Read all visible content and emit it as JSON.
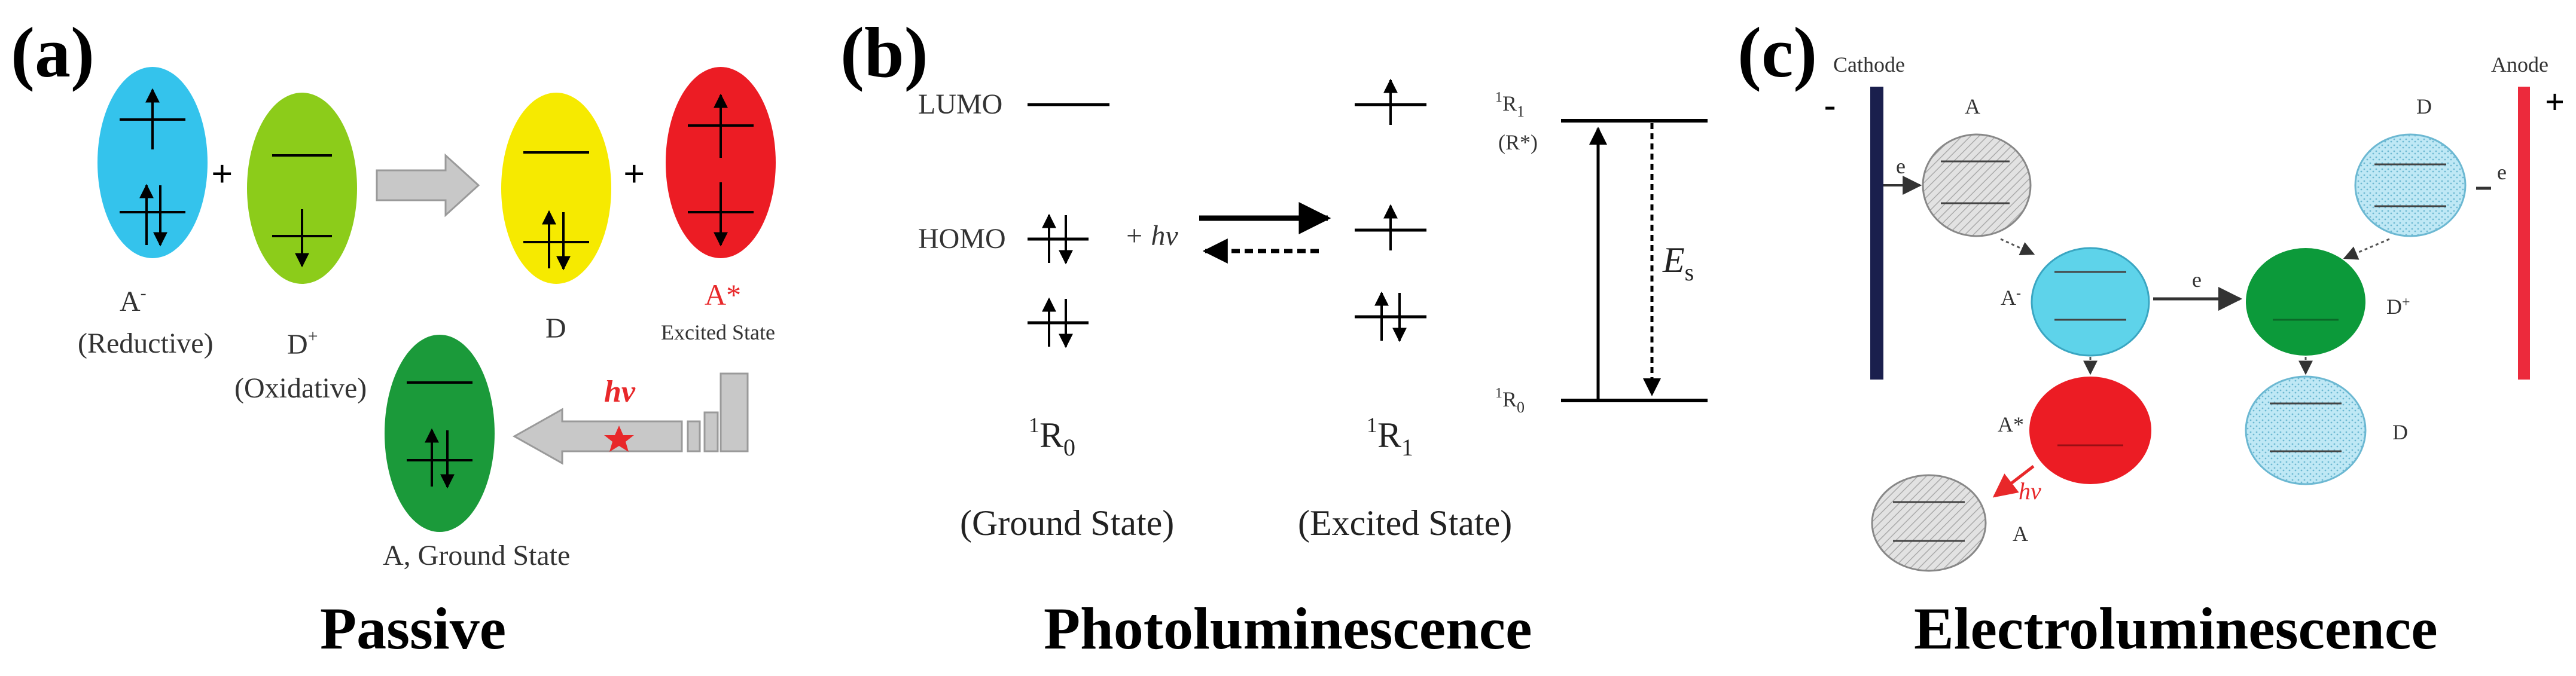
{
  "panel_a": {
    "letter": "(a)",
    "caption": "Passive",
    "label_A_minus": "A",
    "sup_minus": "-",
    "label_reductive": "(Reductive)",
    "label_D_plus": "D",
    "sup_plus": "+",
    "label_oxidative": "(Oxidative)",
    "label_D": "D",
    "label_A_star": "A*",
    "label_excited_state": "Excited State",
    "label_ground_state": "A, Ground State",
    "hv": "hν",
    "plus_sign": "+",
    "colors": {
      "cyan": "#34c3ec",
      "lime": "#8ccc1a",
      "yellow": "#f6ea00",
      "red": "#ec1c24",
      "green": "#1b9a3a",
      "gray_arrow": "#bfbfbf"
    }
  },
  "panel_b": {
    "letter": "(b)",
    "caption": "Photoluminescence",
    "label_lumo": "LUMO",
    "label_homo": "HOMO",
    "label_hv": "+ hν",
    "label_r0": "R",
    "label_r0_sup": "1",
    "label_r0_sub": "0",
    "label_r1": "R",
    "label_r1_sup": "1",
    "label_r1_sub": "1",
    "label_ground": "(Ground State)",
    "label_excited": "(Excited State)",
    "label_level_top": "R",
    "label_level_top_sup": "1",
    "label_level_top_sub": "1",
    "label_level_top_alt": "(R*)",
    "label_level_bottom": "R",
    "label_level_bottom_sup": "1",
    "label_level_bottom_sub": "0",
    "label_es": "E",
    "label_es_sub": "s"
  },
  "panel_c": {
    "letter": "(c)",
    "caption": "Electroluminescence",
    "label_cathode": "Cathode",
    "label_anode": "Anode",
    "label_minus": "-",
    "label_plus": "+",
    "label_A": "A",
    "label_D_top": "D",
    "label_A_minus": "A",
    "sup_minus": "-",
    "label_D_plus": "D",
    "sup_plus": "+",
    "label_A_star": "A*",
    "label_D_bottom": "D",
    "label_A_bottom": "A",
    "label_e_left": "e",
    "label_e_mid": "e",
    "label_e_right": "e",
    "hv": "hν",
    "colors": {
      "cathode": "#1a1f4d",
      "anode": "#ec2a3c",
      "gray": "#dcdcdc",
      "cyan_light": "#bfe8f5",
      "cyan": "#5ed3ea",
      "green": "#0c9a3a",
      "red": "#ec1c24"
    }
  }
}
